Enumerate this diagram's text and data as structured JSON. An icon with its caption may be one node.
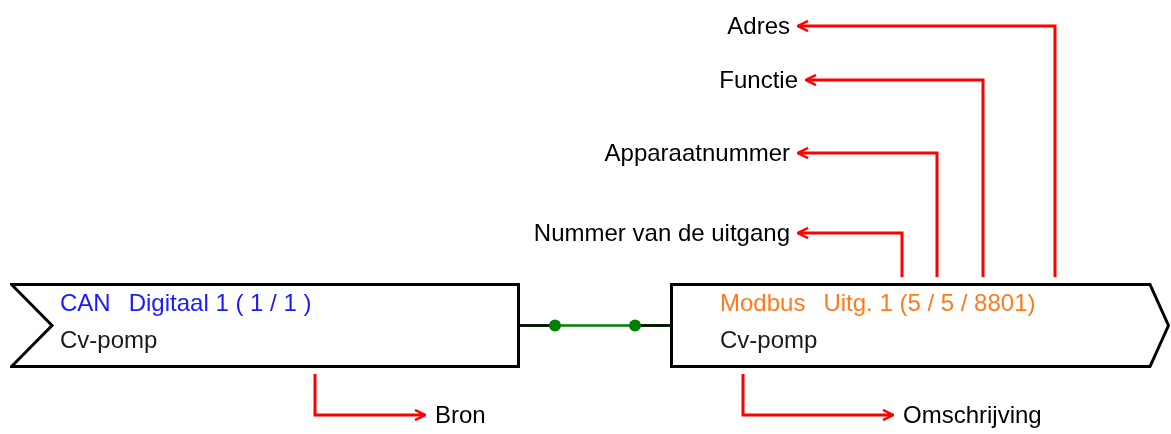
{
  "diagram": {
    "nodes": [
      {
        "text": [
          "CAN",
          "Digitaal 1 ( 1 / 1 )",
          "Cv-pomp"
        ]
      },
      {
        "text": [
          "Modbus",
          "Uitg. 1 (5 / 5 / 8801)",
          "Cv-pomp"
        ]
      },
      {
        "text": [
          "Bron"
        ]
      },
      {
        "text": [
          "Omschrijving"
        ]
      },
      {
        "text": [
          "Nummer van de uitgang"
        ]
      },
      {
        "text": [
          "Apparaatnummer"
        ]
      },
      {
        "text": [
          "Functie"
        ]
      },
      {
        "text": [
          "Adres"
        ]
      }
    ],
    "edges": [
      {
        "from": 0,
        "to": 1,
        "arrow": "other",
        "color": "#008000"
      },
      {
        "from": 0,
        "to": 2,
        "arrow": "to"
      },
      {
        "from": 1,
        "to": 3,
        "arrow": "to"
      },
      {
        "from": 1,
        "to": 4,
        "arrow": "to"
      },
      {
        "from": 1,
        "to": 5,
        "arrow": "to"
      },
      {
        "from": 1,
        "to": 6,
        "arrow": "to"
      },
      {
        "from": 1,
        "to": 7,
        "arrow": "to"
      }
    ]
  }
}
